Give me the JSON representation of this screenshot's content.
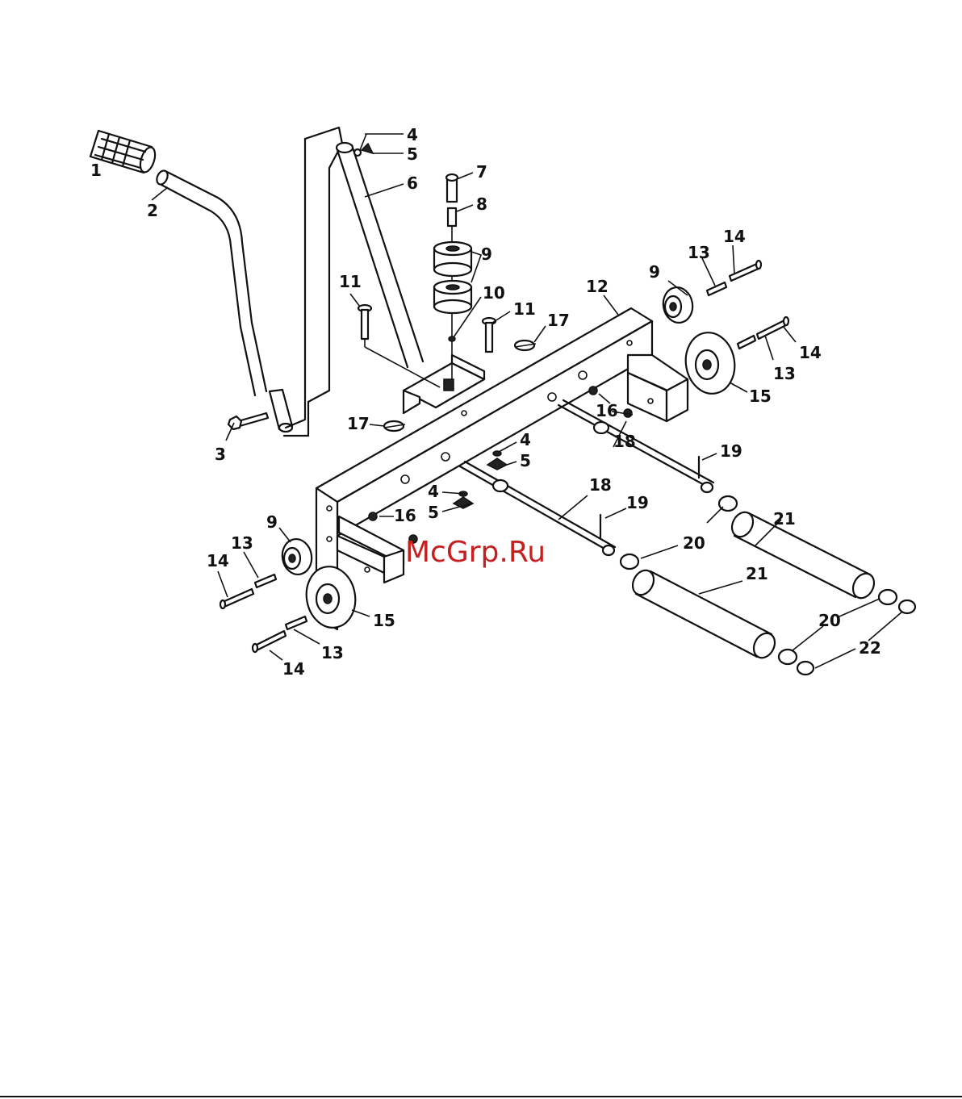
{
  "watermark": "McGrp.Ru",
  "callouts": [
    {
      "id": "c1",
      "text": "1"
    },
    {
      "id": "c2",
      "text": "2"
    },
    {
      "id": "c3",
      "text": "3"
    },
    {
      "id": "c4a",
      "text": "4"
    },
    {
      "id": "c5a",
      "text": "5"
    },
    {
      "id": "c6",
      "text": "6"
    },
    {
      "id": "c7",
      "text": "7"
    },
    {
      "id": "c8",
      "text": "8"
    },
    {
      "id": "c9a",
      "text": "9"
    },
    {
      "id": "c10",
      "text": "10"
    },
    {
      "id": "c11a",
      "text": "11"
    },
    {
      "id": "c11b",
      "text": "11"
    },
    {
      "id": "c17a",
      "text": "17"
    },
    {
      "id": "c12",
      "text": "12"
    },
    {
      "id": "c9b",
      "text": "9"
    },
    {
      "id": "c13a",
      "text": "13"
    },
    {
      "id": "c14a",
      "text": "14"
    },
    {
      "id": "c14b",
      "text": "14"
    },
    {
      "id": "c13b",
      "text": "13"
    },
    {
      "id": "c15a",
      "text": "15"
    },
    {
      "id": "c16a",
      "text": "16"
    },
    {
      "id": "c17b",
      "text": "17"
    },
    {
      "id": "c4b",
      "text": "4"
    },
    {
      "id": "c5b",
      "text": "5"
    },
    {
      "id": "c19a",
      "text": "19"
    },
    {
      "id": "c18a",
      "text": "18"
    },
    {
      "id": "c4c",
      "text": "4"
    },
    {
      "id": "c5c",
      "text": "5"
    },
    {
      "id": "c18b",
      "text": "18"
    },
    {
      "id": "c19b",
      "text": "19"
    },
    {
      "id": "c16b",
      "text": "16"
    },
    {
      "id": "c20a",
      "text": "20"
    },
    {
      "id": "c9c",
      "text": "9"
    },
    {
      "id": "c13c",
      "text": "13"
    },
    {
      "id": "c14c",
      "text": "14"
    },
    {
      "id": "c21a",
      "text": "21"
    },
    {
      "id": "c21b",
      "text": "21"
    },
    {
      "id": "c15b",
      "text": "15"
    },
    {
      "id": "c20b",
      "text": "20"
    },
    {
      "id": "c22",
      "text": "22"
    },
    {
      "id": "c13d",
      "text": "13"
    },
    {
      "id": "c14d",
      "text": "14"
    }
  ]
}
